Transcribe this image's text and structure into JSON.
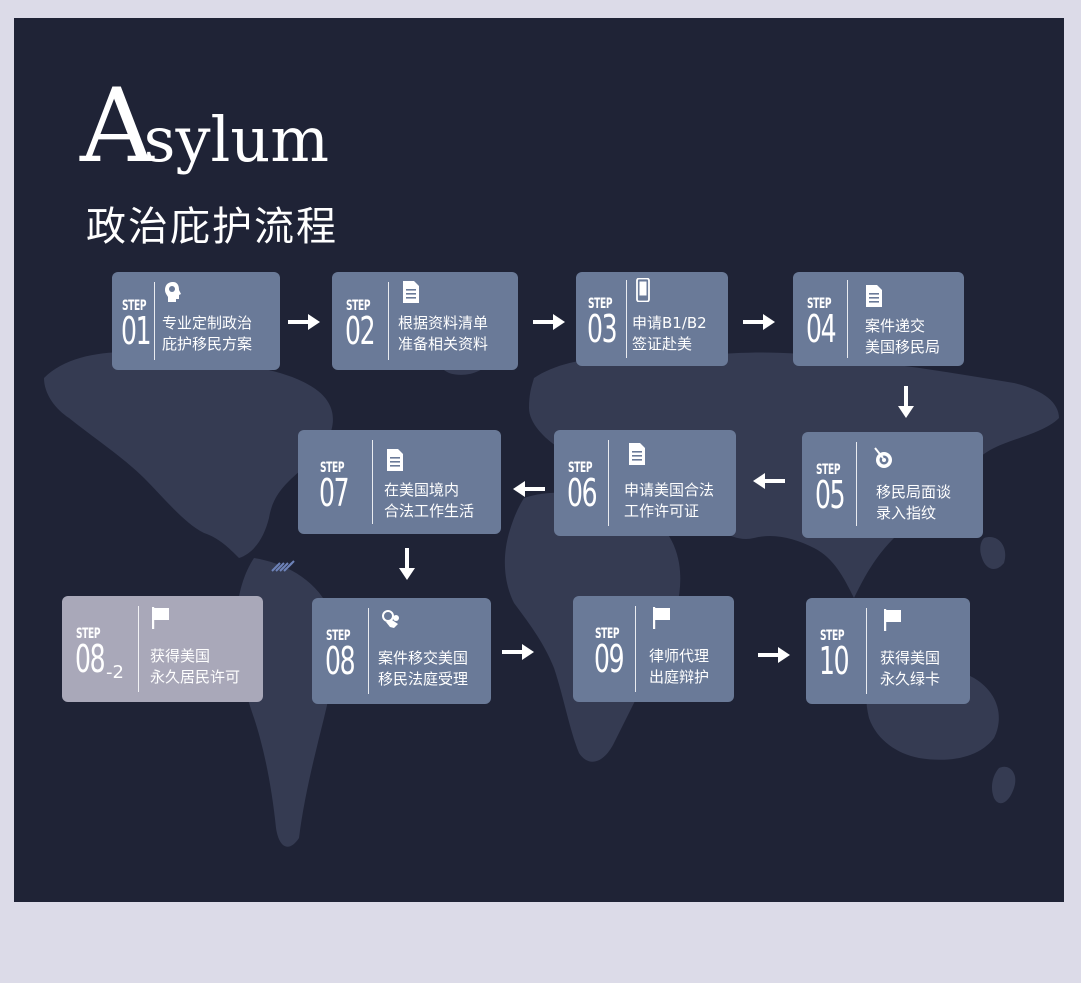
{
  "title": {
    "big_initial": "A",
    "big_rest": "sylum",
    "subtitle": "政治庇护流程"
  },
  "colors": {
    "background": "#1f2336",
    "card": "#6a7a98",
    "card_alt": "#a9a8b9",
    "outer": "#dcdbe8"
  },
  "steps": [
    {
      "step": "STEP",
      "num": "01",
      "line1": "专业定制政治",
      "line2": "庇护移民方案",
      "icon": "lightbulb-head-icon"
    },
    {
      "step": "STEP",
      "num": "02",
      "line1": "根据资料清单",
      "line2": "准备相关资料",
      "icon": "document-icon"
    },
    {
      "step": "STEP",
      "num": "03",
      "line1": "申请B1/B2",
      "line2": "签证赴美",
      "icon": "phone-icon"
    },
    {
      "step": "STEP",
      "num": "04",
      "line1": "案件递交",
      "line2": "美国移民局",
      "icon": "document-icon"
    },
    {
      "step": "STEP",
      "num": "05",
      "line1": "移民局面谈",
      "line2": "录入指纹",
      "icon": "target-icon"
    },
    {
      "step": "STEP",
      "num": "06",
      "line1": "申请美国合法",
      "line2": "工作许可证",
      "icon": "document-icon"
    },
    {
      "step": "STEP",
      "num": "07",
      "line1": "在美国境内",
      "line2": "合法工作生活",
      "icon": "document-icon"
    },
    {
      "step": "STEP",
      "num": "08",
      "line1": "案件移交美国",
      "line2": "移民法庭受理",
      "icon": "handshake-icon"
    },
    {
      "step": "STEP",
      "num": "09",
      "line1": "律师代理",
      "line2": "出庭辩护",
      "icon": "flag-icon"
    },
    {
      "step": "STEP",
      "num": "10",
      "line1": "获得美国",
      "line2": "永久绿卡",
      "icon": "flag-icon"
    },
    {
      "step": "STEP",
      "num": "08",
      "suffix": "-2",
      "line1": "获得美国",
      "line2": "永久居民许可",
      "icon": "flag-icon"
    }
  ]
}
